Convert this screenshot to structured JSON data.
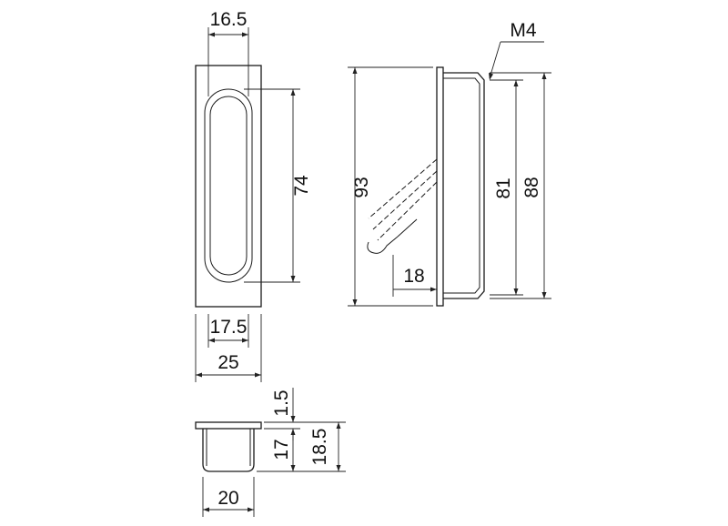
{
  "diagram": {
    "type": "technical-drawing",
    "object": "recessed flush pull handle",
    "views": [
      "front",
      "side",
      "bottom"
    ],
    "units": "mm",
    "line_color": "#1a1a1a",
    "background": "#ffffff"
  },
  "dimensions": {
    "front_inner_width": "16.5",
    "front_grip_length": "74",
    "front_base_width": "17.5",
    "front_overall_width": "25",
    "side_overall_height": "93",
    "side_mounting_pitch": "81",
    "side_body_height": "88",
    "side_screw": "M4",
    "side_depth": "18",
    "bottom_flange": "1.5",
    "bottom_body_depth": "17",
    "bottom_total_depth": "18.5",
    "bottom_body_width": "20"
  }
}
